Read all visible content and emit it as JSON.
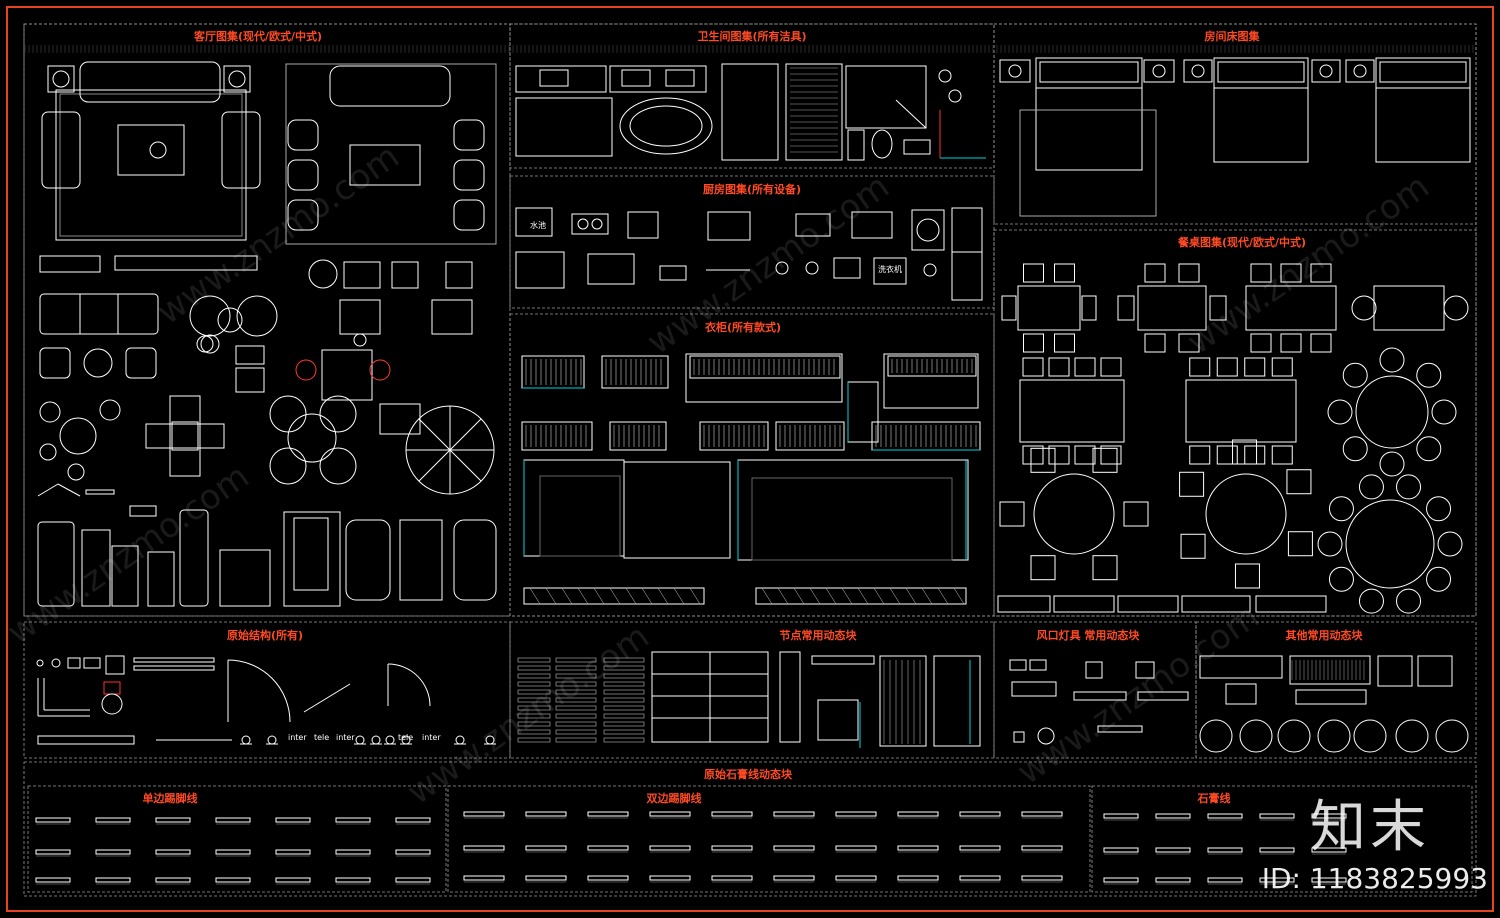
{
  "sections": [
    {
      "id": "living",
      "title": "客厅图集(现代/欧式/中式)"
    },
    {
      "id": "bath",
      "title": "卫生间图集(所有洁具)"
    },
    {
      "id": "bedroom",
      "title": "房间床图集"
    },
    {
      "id": "kitchen",
      "title": "厨房图集(所有设备)"
    },
    {
      "id": "wardrobe",
      "title": "衣柜(所有款式)"
    },
    {
      "id": "dining",
      "title": "餐桌图集(现代/欧式/中式)"
    },
    {
      "id": "structure",
      "title": "原始结构(所有)"
    },
    {
      "id": "node",
      "title": "节点常用动态块"
    },
    {
      "id": "vent",
      "title": "风口灯具 常用动态块"
    },
    {
      "id": "other",
      "title": "其他常用动态块"
    },
    {
      "id": "stone",
      "title": "原始石膏线动态块"
    },
    {
      "id": "single",
      "title": "单边踢脚线"
    },
    {
      "id": "double",
      "title": "双边踢脚线"
    },
    {
      "id": "gypsum",
      "title": "石膏线"
    }
  ],
  "labels": {
    "washer": "洗衣机",
    "sink": "水池",
    "inter1": "inter",
    "inter2": "tele",
    "inter3": "inter",
    "inter4": "tele",
    "inter5": "inter"
  },
  "watermark": "www.znzmo.com",
  "logo": "知末",
  "id_text": "ID: 1183825993",
  "colors": {
    "frame": "#e8431f",
    "title": "#ff4a24",
    "line": "#ffffff",
    "accent": "#00d4e0"
  }
}
